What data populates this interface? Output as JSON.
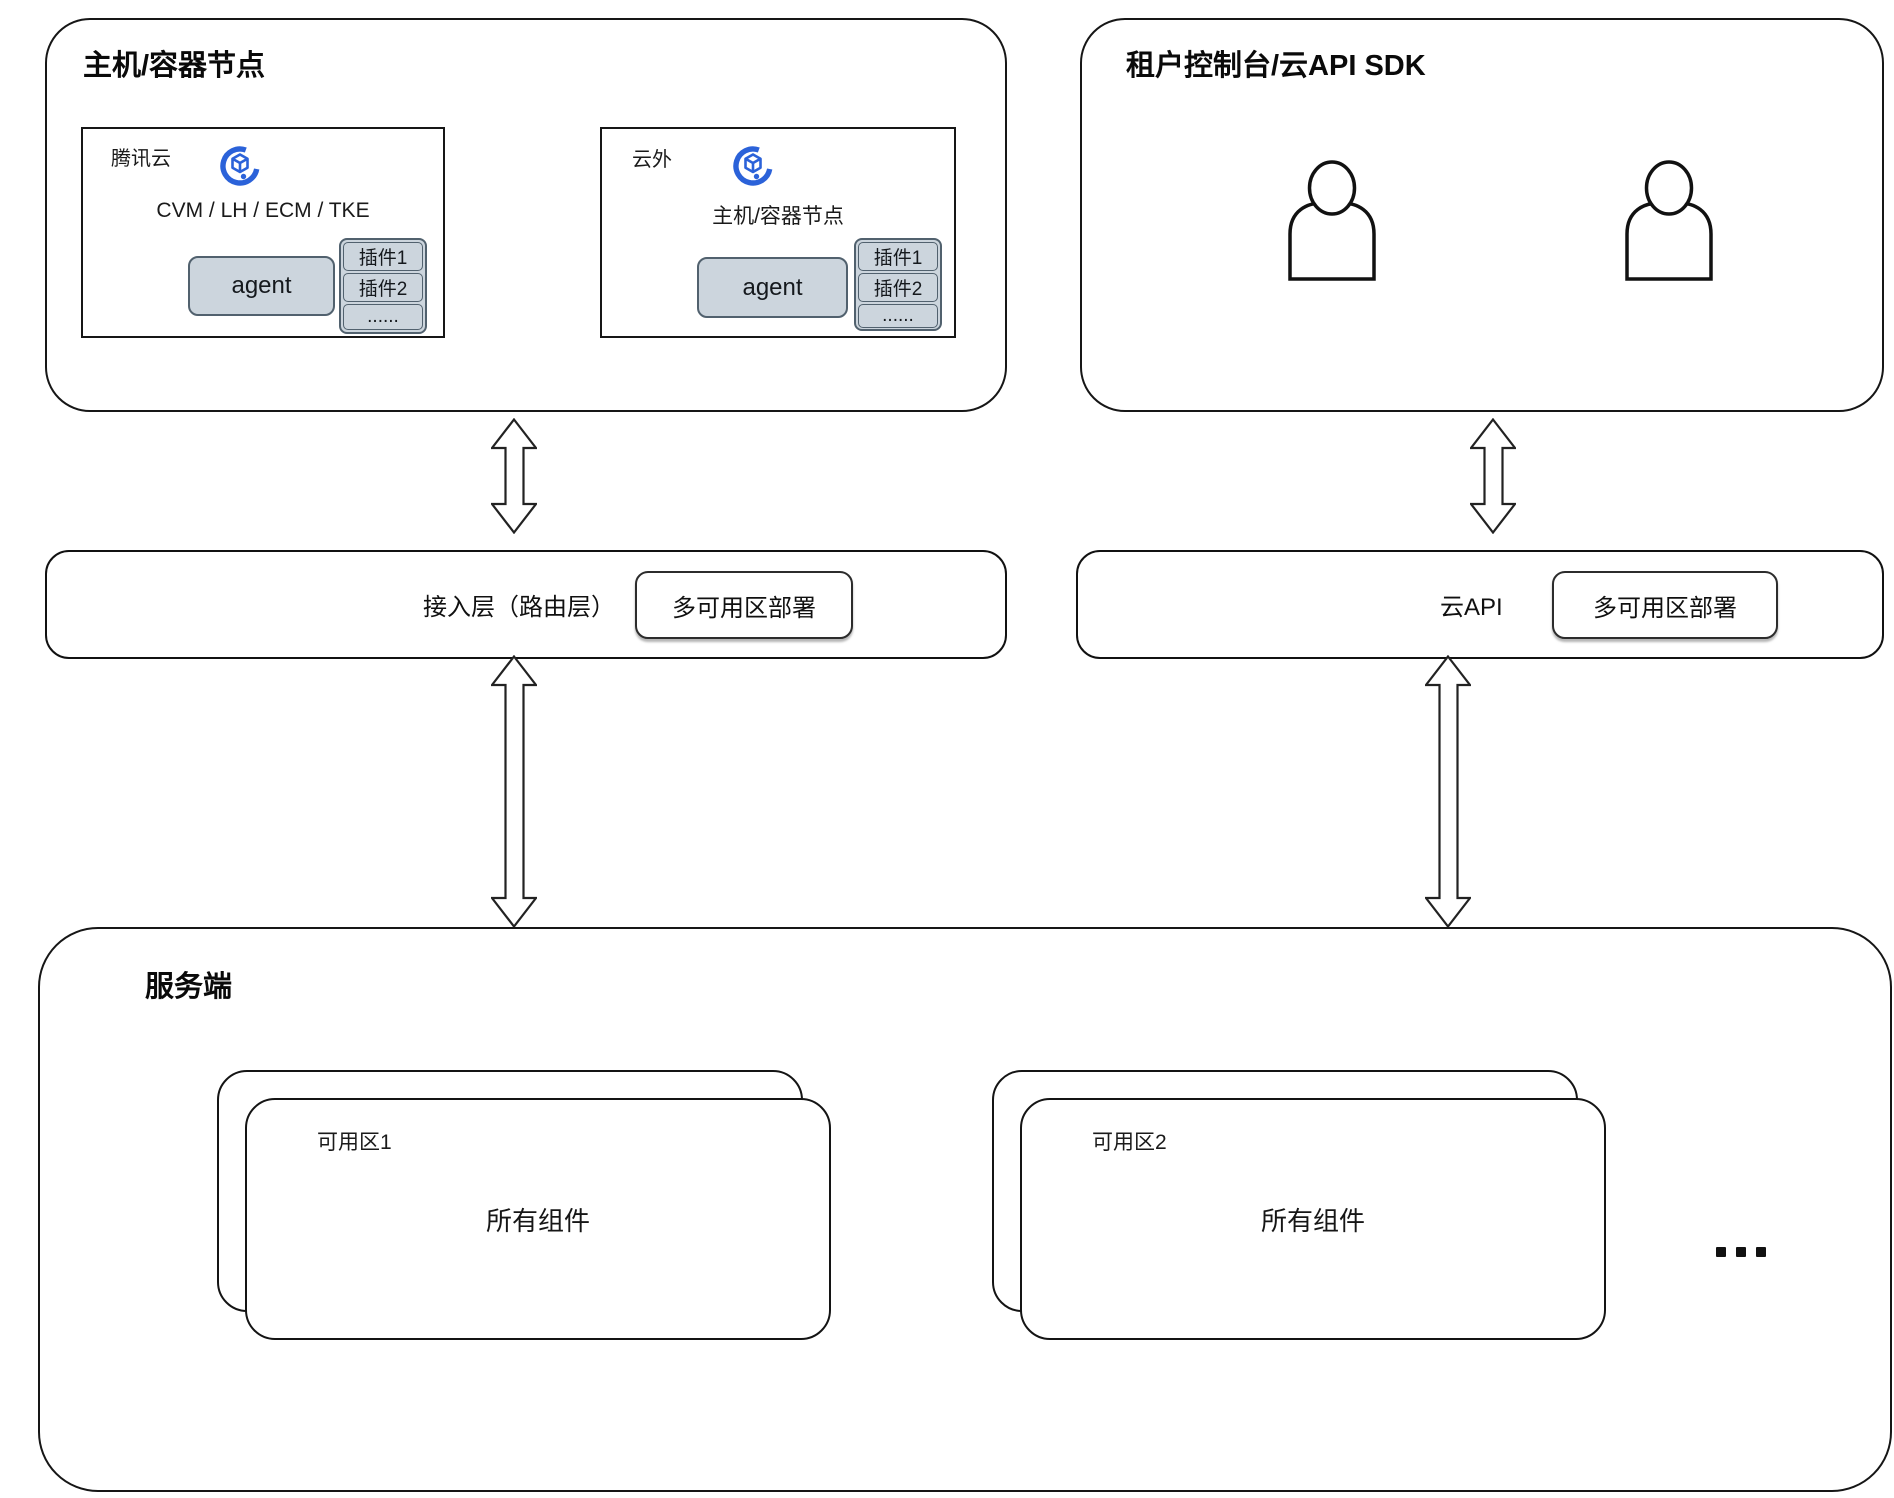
{
  "host_section": {
    "title": "主机/容器节点",
    "tencent_node": {
      "label": "腾讯云",
      "subtitle": "CVM / LH / ECM / TKE",
      "agent_label": "agent",
      "plugins": [
        "插件1",
        "插件2",
        "......"
      ]
    },
    "external_node": {
      "label": "云外",
      "subtitle": "主机/容器节点",
      "agent_label": "agent",
      "plugins": [
        "插件1",
        "插件2",
        "......"
      ]
    }
  },
  "tenant_section": {
    "title": "租户控制台/云API SDK"
  },
  "access_layer": {
    "label": "接入层（路由层）",
    "badge": "多可用区部署"
  },
  "cloud_api": {
    "label": "云API",
    "badge": "多可用区部署"
  },
  "server_section": {
    "title": "服务端",
    "zones": [
      {
        "label": "可用区1",
        "content": "所有组件"
      },
      {
        "label": "可用区2",
        "content": "所有组件"
      }
    ],
    "ellipsis": "..."
  },
  "colors": {
    "accent_blue": "#2b62d9",
    "node_fill": "#ccd5dd",
    "node_border": "#51616e"
  }
}
